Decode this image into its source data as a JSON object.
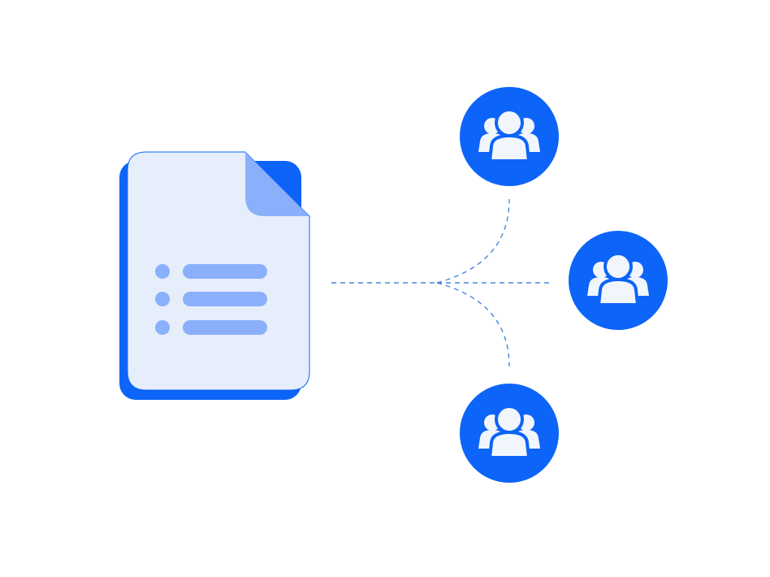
{
  "colors": {
    "primary": "#0d64f8",
    "document_fill": "#e7eefb",
    "document_accent": "#8ab0fb",
    "icon_fill": "#f1f6fd",
    "connector": "#4a86de"
  },
  "document": {
    "icon": "document-list-icon",
    "list_items": 3
  },
  "connector": {
    "style": "dashed",
    "branches": 3
  },
  "groups": [
    {
      "icon": "user-group-icon"
    },
    {
      "icon": "user-group-icon"
    },
    {
      "icon": "user-group-icon"
    }
  ]
}
